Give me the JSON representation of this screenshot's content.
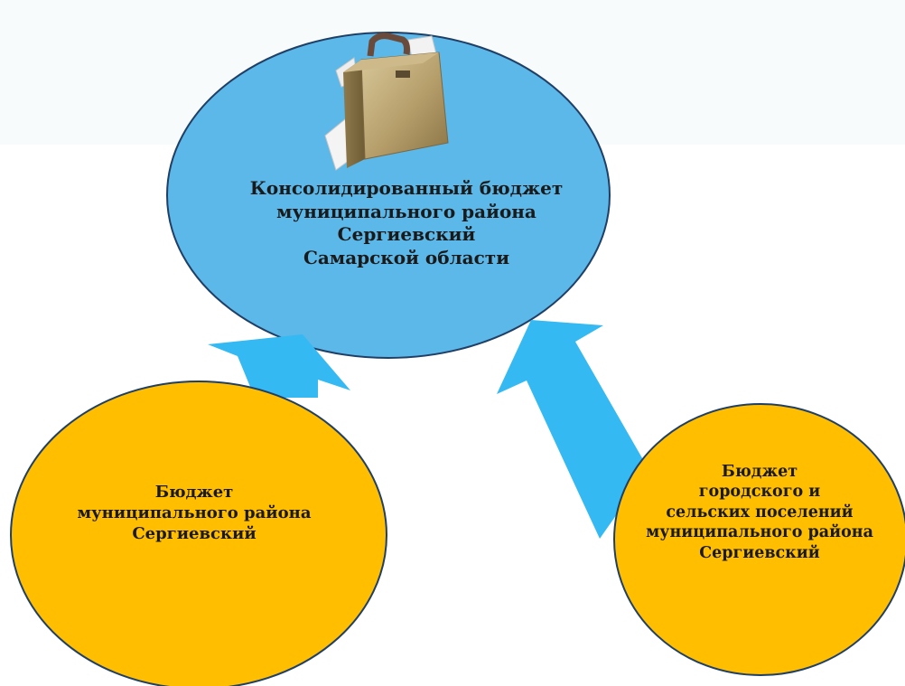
{
  "nodes": {
    "consolidated": {
      "lines": [
        "Консолидированный бюджет",
        "муниципального района",
        "Сергиевский",
        "Самарской области"
      ]
    },
    "district": {
      "lines": [
        "Бюджет",
        "муниципального района",
        "Сергиевский"
      ]
    },
    "settlements": {
      "lines": [
        "Бюджет",
        "городского и",
        "сельских поселений",
        "муниципального района",
        "Сергиевский"
      ]
    }
  },
  "colors": {
    "top_circle": "#5bb8e8",
    "bottom_circles": "#ffbe00",
    "arrows": "#35b9f2",
    "outline": "#1f3f66"
  },
  "icons": {
    "top_circle": "briefcase-icon"
  }
}
